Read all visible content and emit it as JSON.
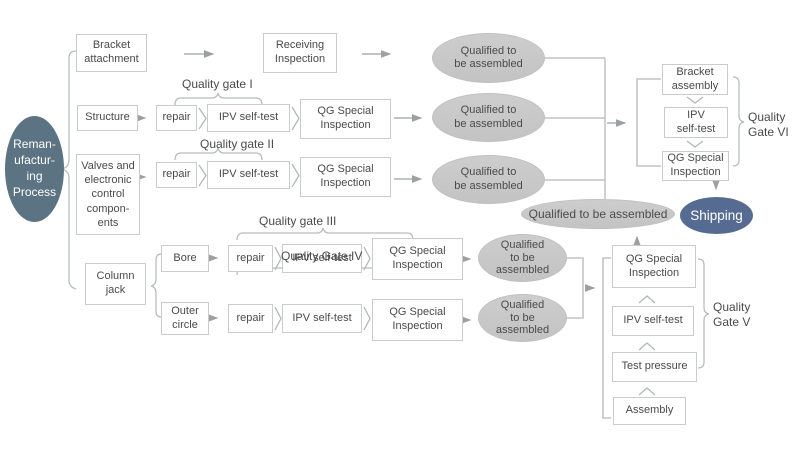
{
  "palette": {
    "process_oval": "#5c7383",
    "shipping_oval": "#566b92",
    "qualified_fill": "#c8c8c8",
    "box_border": "#c9cccd",
    "text": "#4a4a4a",
    "arrow": "#9ba0a3",
    "brace": "#b3b7b9"
  },
  "terminals": {
    "process": {
      "label": "Reman-\nufactur-\ning\nProcess"
    },
    "shipping": {
      "label": "Shipping"
    }
  },
  "nodes": {
    "bracket_attachment": {
      "label": "Bracket\nattachment"
    },
    "receiving_inspection": {
      "label": "Receiving\nInspection"
    },
    "structure": {
      "label": "Structure"
    },
    "repair_structure": {
      "label": "repair"
    },
    "ipv_structure": {
      "label": "IPV self-test"
    },
    "qg_structure": {
      "label": "QG Special\nInspection"
    },
    "valves": {
      "label": "Valves and\nelectronic\ncontrol\ncompon-\nents"
    },
    "repair_valves": {
      "label": "repair"
    },
    "ipv_valves": {
      "label": "IPV self-test"
    },
    "qg_valves": {
      "label": "QG Special\nInspection"
    },
    "column_jack": {
      "label": "Column\njack"
    },
    "bore": {
      "label": "Bore"
    },
    "repair_bore": {
      "label": "repair"
    },
    "ipv_bore": {
      "label": "IPV self-test"
    },
    "qg_bore": {
      "label": "QG Special\nInspection"
    },
    "outer_circle": {
      "label": "Outer\ncircle"
    },
    "repair_outer": {
      "label": "repair"
    },
    "ipv_outer": {
      "label": "IPV self-test"
    },
    "qg_outer": {
      "label": "QG Special\nInspection"
    },
    "qg_gate5": {
      "label": "QG Special\nInspection"
    },
    "ipv_gate5": {
      "label": "IPV self-test"
    },
    "test_pressure": {
      "label": "Test pressure"
    },
    "assembly": {
      "label": "Assembly"
    },
    "bracket_assembly": {
      "label": "Bracket\nassembly"
    },
    "ipv_gate6": {
      "label": "IPV\nself-test"
    },
    "qg_gate6": {
      "label": "QG Special\nInspection"
    }
  },
  "qualified": {
    "after_receiving": {
      "label": "Qualified to\nbe assembled"
    },
    "after_structure": {
      "label": "Qualified to\nbe assembled"
    },
    "after_valves": {
      "label": "Qualified to\nbe assembled"
    },
    "after_bore": {
      "label": "Qualified\nto be\nassembled"
    },
    "after_outer": {
      "label": "Qualified\nto be\nassembled"
    },
    "final": {
      "label": "Qualified to be assembled"
    }
  },
  "gates": {
    "gate1": {
      "label": "Quality gate I"
    },
    "gate2": {
      "label": "Quality gate II"
    },
    "gate3": {
      "label": "Quality gate III"
    },
    "gate4": {
      "label": "Quality Gate IV"
    },
    "gate5": {
      "label": "Quality\nGate V"
    },
    "gate6": {
      "label": "Quality\nGate VI"
    }
  }
}
